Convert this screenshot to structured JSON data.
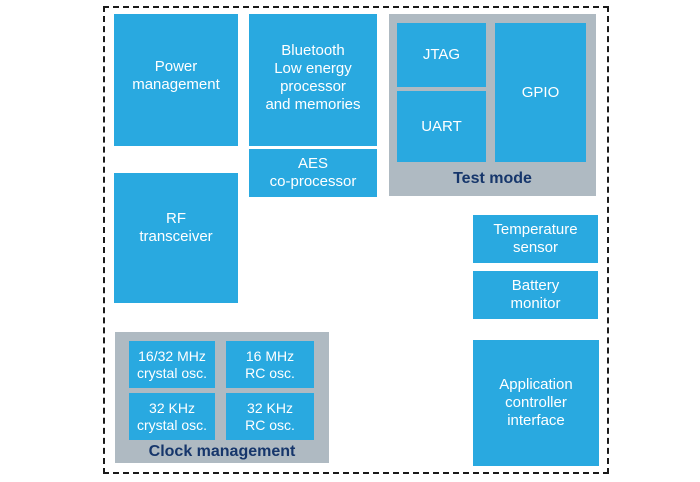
{
  "colors": {
    "block_blue": "#29a9e0",
    "group_gray": "#afbac2",
    "group_label_navy": "#16366b",
    "block_text_white": "#ffffff",
    "boundary_dash_black": "#1a1a1a",
    "background": "#ffffff"
  },
  "blocks": {
    "power_management": {
      "label": "Power\nmanagement"
    },
    "bluetooth_processor": {
      "label": "Bluetooth\nLow energy\nprocessor\nand memories"
    },
    "aes_coprocessor": {
      "label": "AES\nco-processor"
    },
    "rf_transceiver": {
      "label": "RF\ntransceiver"
    },
    "jtag": {
      "label": "JTAG"
    },
    "uart": {
      "label": "UART"
    },
    "gpio": {
      "label": "GPIO"
    },
    "temperature_sensor": {
      "label": "Temperature\nsensor"
    },
    "battery_monitor": {
      "label": "Battery\nmonitor"
    },
    "application_controller_interface": {
      "label": "Application\ncontroller\ninterface"
    },
    "crystal_osc_16_32_mhz": {
      "label": "16/32 MHz\ncrystal osc."
    },
    "rc_osc_16_mhz": {
      "label": "16 MHz\nRC osc."
    },
    "crystal_osc_32_khz": {
      "label": "32 KHz\ncrystal osc."
    },
    "rc_osc_32_khz": {
      "label": "32 KHz\nRC osc."
    }
  },
  "groups": {
    "test_mode": {
      "label": "Test mode"
    },
    "clock_management": {
      "label": "Clock management"
    }
  }
}
